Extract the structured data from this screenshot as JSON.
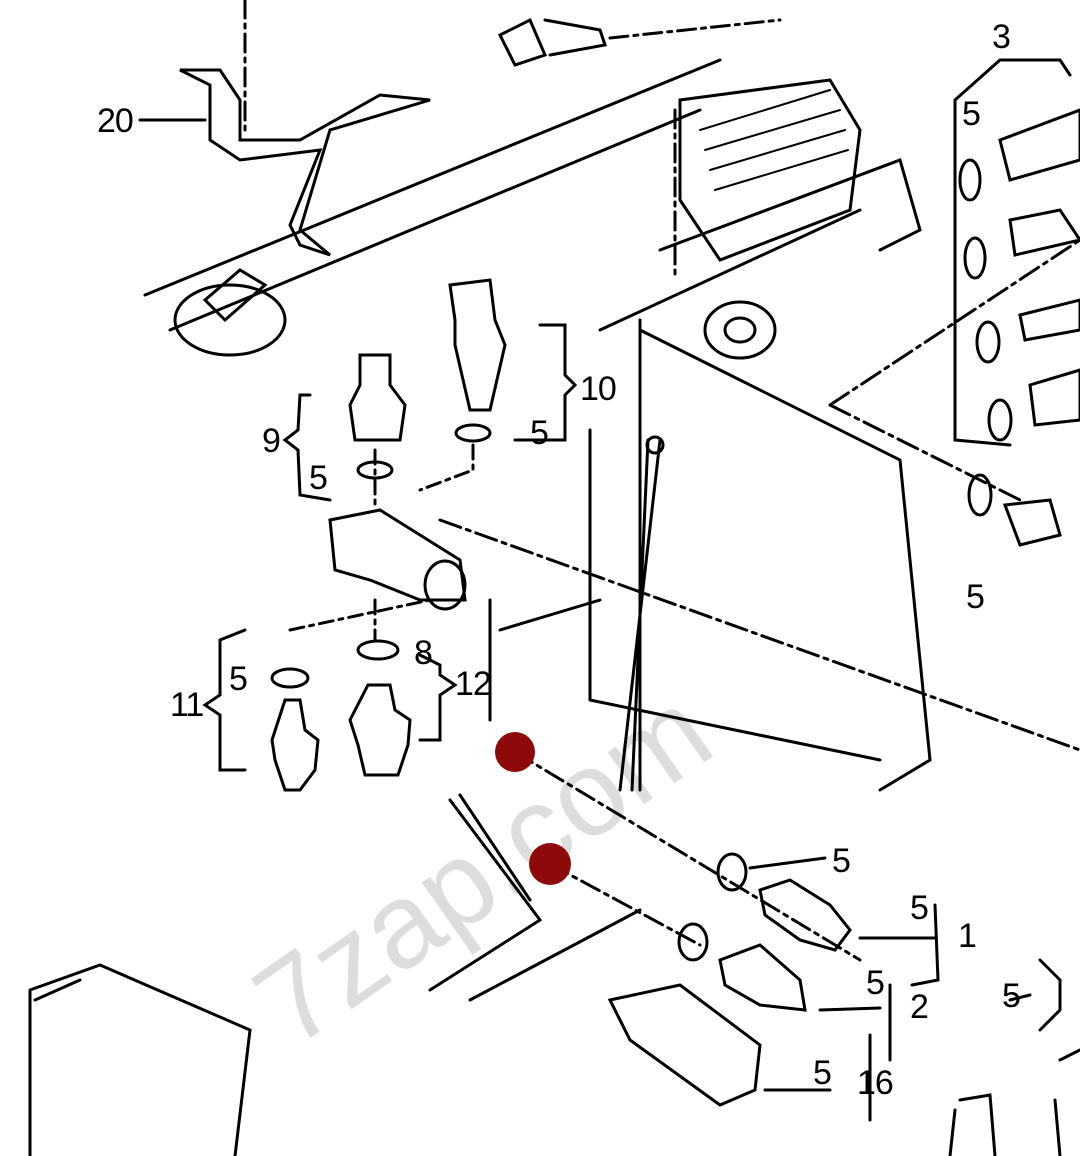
{
  "watermark": "7zap.com",
  "hotspot_color": "#8e0a0a",
  "callouts": [
    {
      "id": "20",
      "text": "20"
    },
    {
      "id": "3",
      "text": "3"
    },
    {
      "id": "5a",
      "text": "5"
    },
    {
      "id": "9",
      "text": "9"
    },
    {
      "id": "5b",
      "text": "5"
    },
    {
      "id": "10",
      "text": "10"
    },
    {
      "id": "5c",
      "text": "5"
    },
    {
      "id": "5d",
      "text": "5"
    },
    {
      "id": "11",
      "text": "11"
    },
    {
      "id": "5e",
      "text": "5"
    },
    {
      "id": "8",
      "text": "8"
    },
    {
      "id": "12",
      "text": "12"
    },
    {
      "id": "5f",
      "text": "5"
    },
    {
      "id": "5g",
      "text": "5"
    },
    {
      "id": "1",
      "text": "1"
    },
    {
      "id": "5h",
      "text": "5"
    },
    {
      "id": "2",
      "text": "2"
    },
    {
      "id": "5i",
      "text": "5"
    },
    {
      "id": "5j",
      "text": "5"
    },
    {
      "id": "16",
      "text": "16"
    }
  ]
}
